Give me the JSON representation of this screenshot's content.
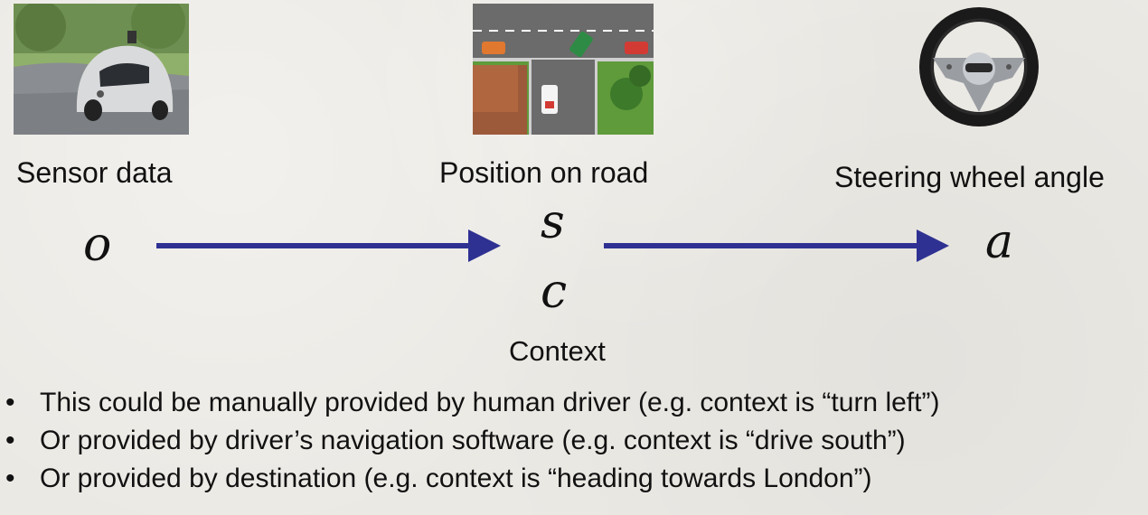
{
  "nodes": {
    "sensor": {
      "label": "Sensor data",
      "symbol": "o"
    },
    "position": {
      "label": "Position on road",
      "symbol": "s"
    },
    "context": {
      "label": "Context",
      "symbol": "c"
    },
    "steering": {
      "label": "Steering wheel angle",
      "symbol": "a"
    }
  },
  "images": {
    "sensor": "self-driving-car-photo",
    "position": "road-intersection-topdown",
    "steering": "steering-wheel"
  },
  "arrow_color": "#2e3192",
  "bullet_char": "•",
  "bullets": [
    "This could be manually provided by human driver (e.g. context is “turn left”)",
    "Or provided by driver’s navigation software (e.g. context is “drive south”)",
    "Or provided by destination (e.g. context is “heading towards London”)"
  ]
}
